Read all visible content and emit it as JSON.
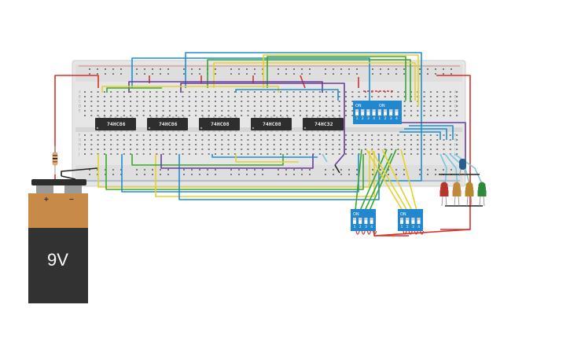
{
  "circuit": {
    "chips": [
      {
        "label": "74HC86"
      },
      {
        "label": "74HC86"
      },
      {
        "label": "74HC08"
      },
      {
        "label": "74HC08"
      },
      {
        "label": "74HC32"
      }
    ],
    "dip_main": {
      "on_left": "ON",
      "on_right": "ON",
      "numbers": [
        "1",
        "2",
        "3",
        "4",
        "1",
        "2",
        "3",
        "4"
      ]
    },
    "dip_a": {
      "on": "ON",
      "numbers": [
        "1",
        "2",
        "3",
        "4"
      ]
    },
    "dip_b": {
      "on": "ON",
      "numbers": [
        "1",
        "2",
        "3",
        "4"
      ]
    },
    "battery": {
      "voltage": "9V",
      "plus": "+",
      "minus": "−"
    },
    "rows_left": [
      "A",
      "B",
      "C",
      "D",
      "E",
      "F",
      "G",
      "H",
      "I",
      "J"
    ],
    "leds": [
      {
        "color": "#b8342d"
      },
      {
        "color": "#c08a3a"
      },
      {
        "color": "#b58a2a"
      },
      {
        "color": "#2e8a3a"
      }
    ],
    "wire_colors": {
      "red": "#d8302a",
      "blue": "#1e8fd0",
      "green": "#3aa82e",
      "yellow": "#e6d12a",
      "purple": "#6a3a9a",
      "black": "#222222",
      "cyan": "#7cc6e0"
    }
  }
}
